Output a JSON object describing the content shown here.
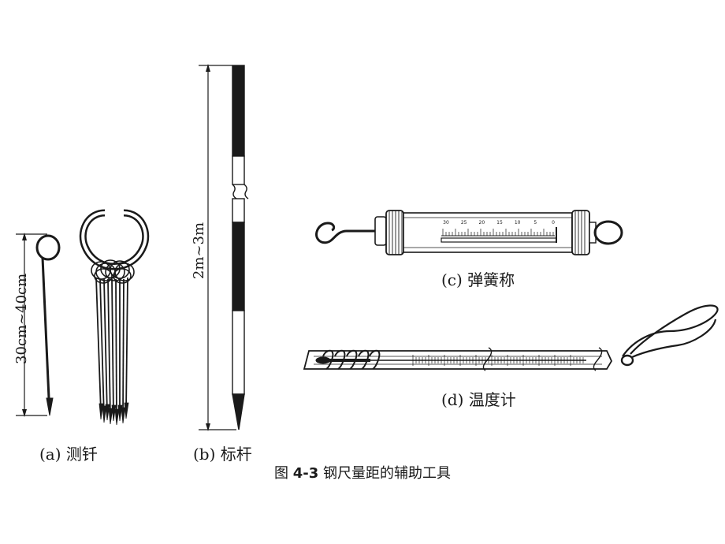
{
  "labels": {
    "a": "(a) 测钎",
    "b": "(b) 标杆",
    "c": "(c) 弹簧称",
    "d": "(d) 温度计"
  },
  "dimensions": {
    "pin_length": "30cm~40cm",
    "pole_length": "2m~3m"
  },
  "caption": {
    "prefix": "图",
    "number": "4-3",
    "text": "钢尺量距的辅助工具"
  },
  "scale_numbers": [
    "30",
    "25",
    "20",
    "15",
    "10",
    "5",
    "0"
  ]
}
